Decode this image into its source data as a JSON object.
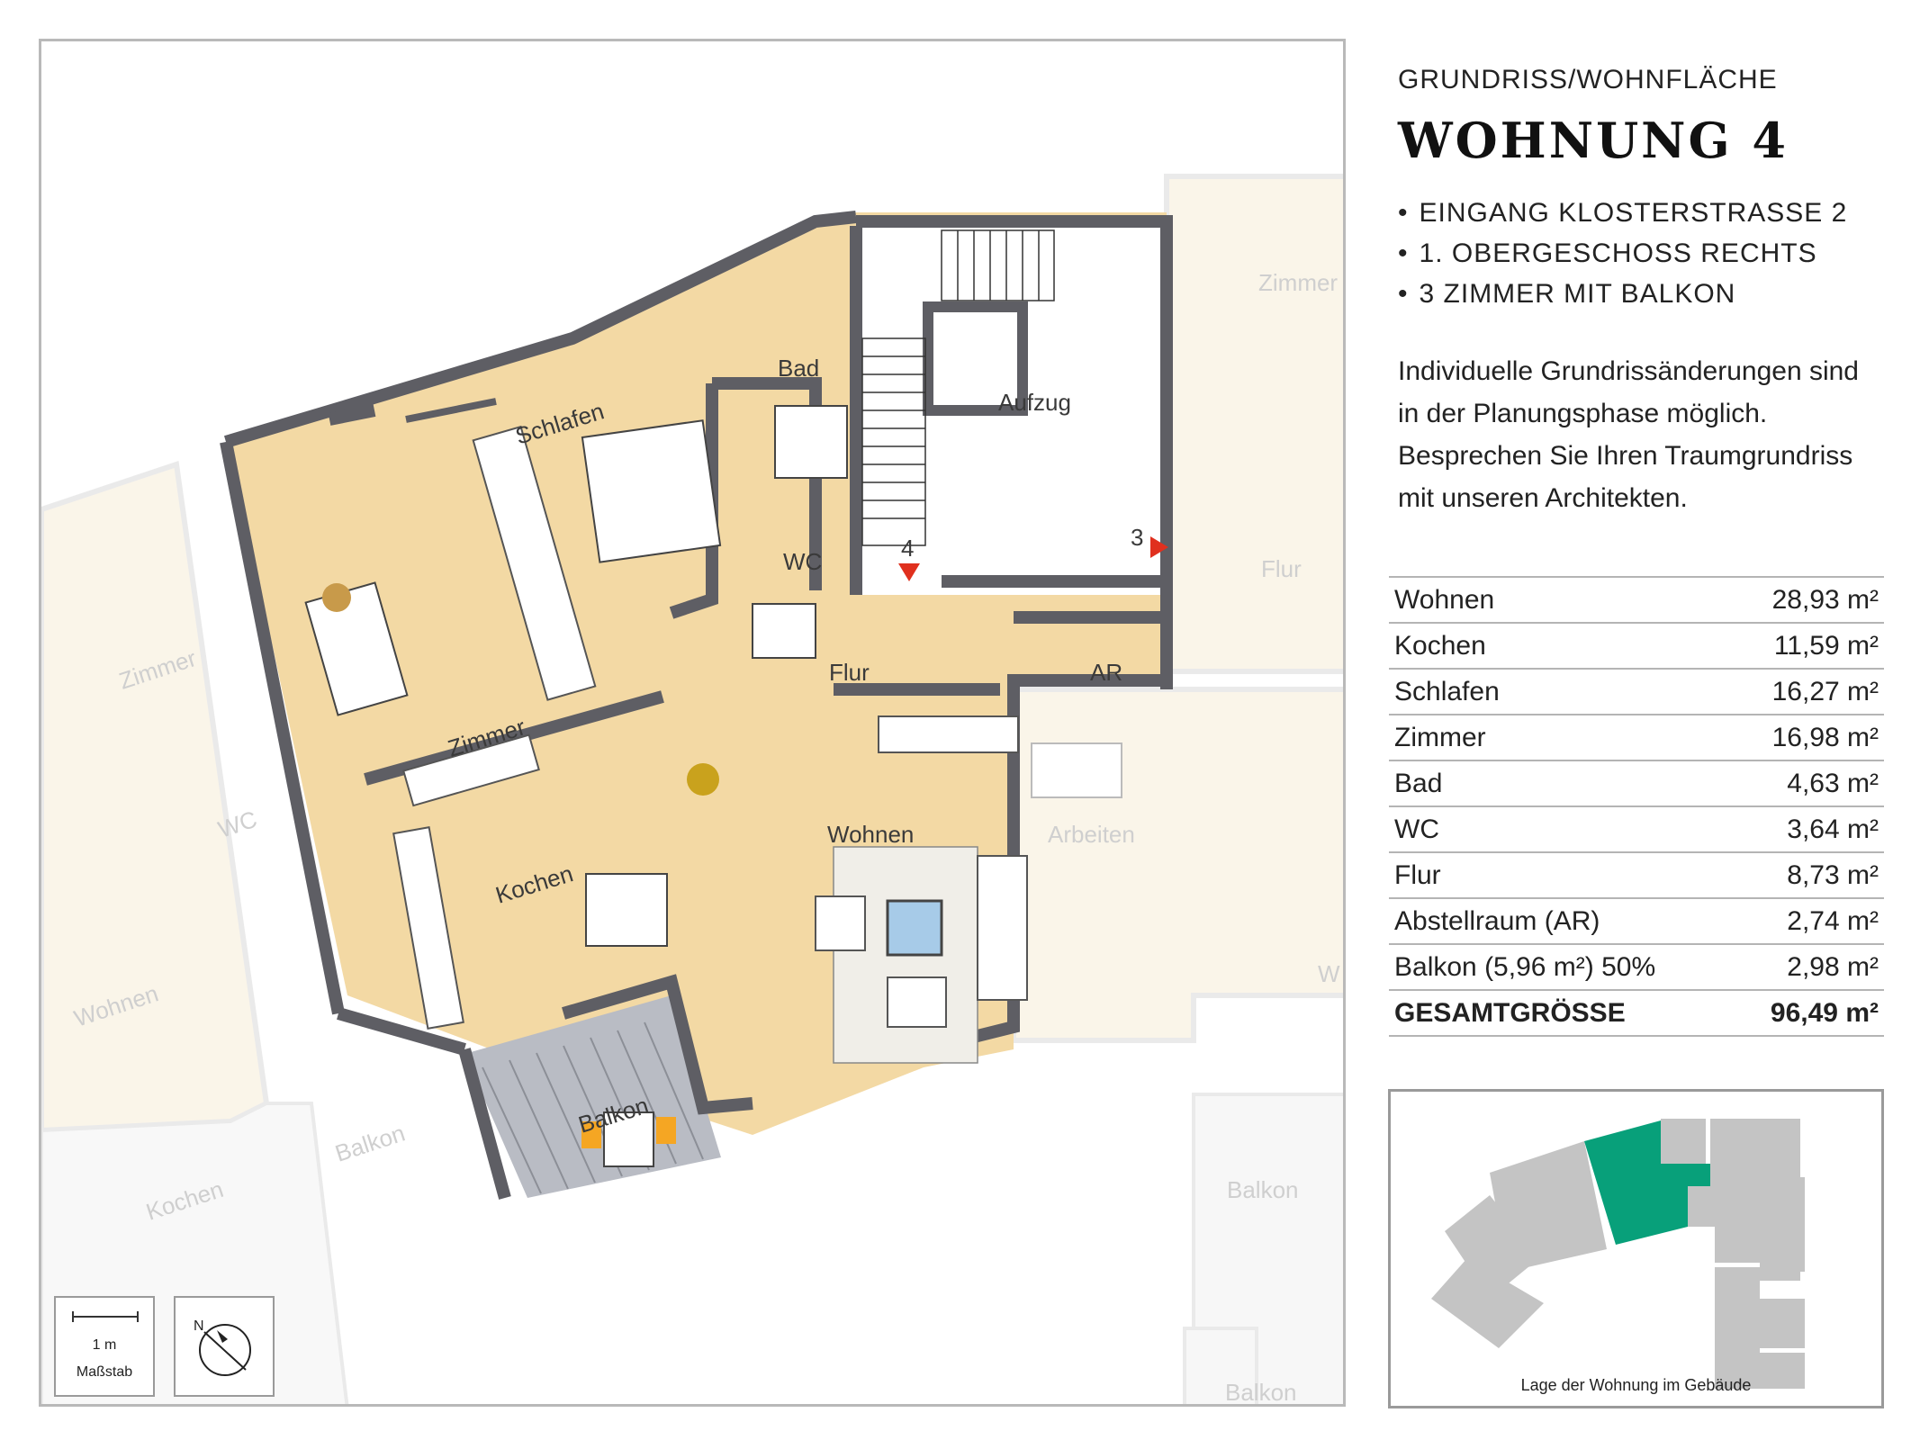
{
  "header": {
    "subtitle": "GRUNDRISS/WOHNFLÄCHE",
    "title": "WOHNUNG 4"
  },
  "features": [
    "EINGANG KLOSTERSTRASSE 2",
    "1. OBERGESCHOSS RECHTS",
    "3 ZIMMER MIT BALKON"
  ],
  "description": "Individuelle Grundrissänderungen sind in der Planungsphase möglich. Besprechen Sie Ihren Traumgrundriss mit unseren Architekten.",
  "areas": [
    {
      "room": "Wohnen",
      "size": "28,93 m²"
    },
    {
      "room": "Kochen",
      "size": "11,59 m²"
    },
    {
      "room": "Schlafen",
      "size": "16,27 m²"
    },
    {
      "room": "Zimmer",
      "size": "16,98 m²"
    },
    {
      "room": "Bad",
      "size": "4,63 m²"
    },
    {
      "room": "WC",
      "size": "3,64 m²"
    },
    {
      "room": "Flur",
      "size": "8,73 m²"
    },
    {
      "room": "Abstellraum (AR)",
      "size": "2,74 m²"
    },
    {
      "room": "Balkon (5,96 m²) 50%",
      "size": "2,98 m²"
    },
    {
      "room": "GESAMTGRÖSSE",
      "size": "96,49 m²"
    }
  ],
  "plan": {
    "rooms": {
      "schlafen": "Schlafen",
      "bad": "Bad",
      "aufzug": "Aufzug",
      "wc": "WC",
      "flur": "Flur",
      "ar": "AR",
      "zimmer": "Zimmer",
      "wohnen": "Wohnen",
      "kochen": "Kochen",
      "balkon": "Balkon"
    },
    "stair_markers": {
      "left": "4",
      "right": "3"
    },
    "neighbor_rooms": {
      "zimmer_right": "Zimmer",
      "flur_right": "Flur",
      "arbeiten": "Arbeiten",
      "balkon_right": "Balkon",
      "balkon_bottom": "Balkon",
      "zimmer_left": "Zimmer",
      "wc_left": "WC",
      "wohnen_left": "Wohnen",
      "balkon_left": "Balkon",
      "kochen_left": "Kochen",
      "w_partial": "W"
    },
    "colors": {
      "floor": "#f3d9a4",
      "wall": "#5e5e64",
      "stair_marker": "#e0301e"
    }
  },
  "scale": {
    "value": "1 m",
    "caption": "Maßstab"
  },
  "north": {
    "label": "N"
  },
  "location": {
    "caption": "Lage der Wohnung im Gebäude",
    "highlight_color": "#08a07a",
    "building_color": "#c4c4c4"
  }
}
